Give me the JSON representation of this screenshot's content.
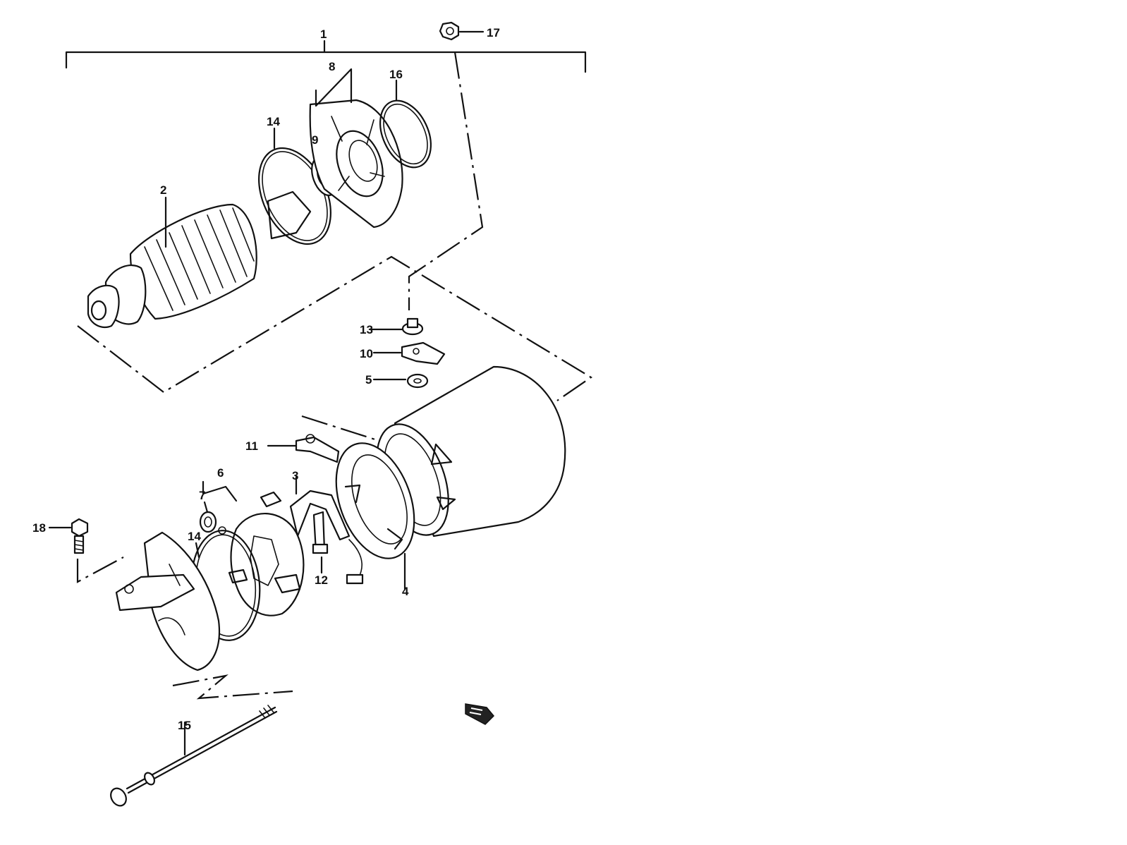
{
  "callouts": {
    "c1": "1",
    "c2": "2",
    "c3": "3",
    "c4": "4",
    "c5": "5",
    "c6": "6",
    "c7": "7",
    "c8": "8",
    "c9": "9",
    "c10": "10",
    "c11": "11",
    "c12": "12",
    "c13": "13",
    "c14a": "14",
    "c14b": "14",
    "c15": "15",
    "c16": "16",
    "c17": "17",
    "c18": "18"
  }
}
